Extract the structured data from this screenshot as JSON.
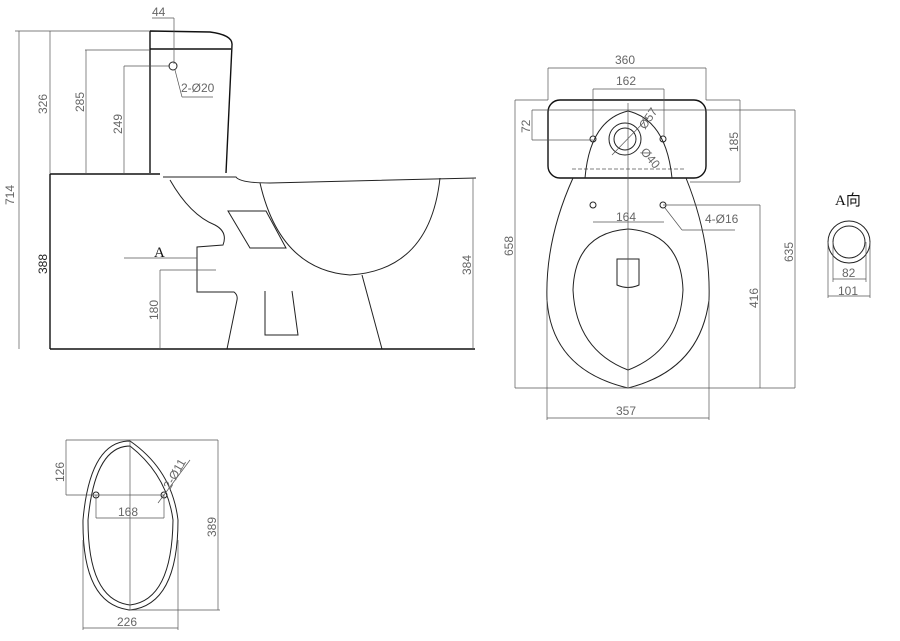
{
  "side_view": {
    "dims": {
      "overall_height": "714",
      "tank_height": "326",
      "tank_inlet_top": "285",
      "inlet_height": "249",
      "inlet_offset": "44",
      "inlet_holes": "2-Ø20",
      "bowl_height_left": "388",
      "bowl_height_right": "384",
      "outlet_height": "180"
    },
    "view_marker": "A"
  },
  "top_view": {
    "dims": {
      "tank_width": "360",
      "valve_spacing": "162",
      "valve_offset": "72",
      "valve_dia_outer": "Ø57",
      "valve_dia_inner": "Ø40",
      "tank_depth": "185",
      "seat_hole_spacing": "164",
      "seat_holes": "4-Ø16",
      "overall_depth": "658",
      "bowl_depth": "635",
      "seat_to_front": "416",
      "bowl_width": "357"
    }
  },
  "view_a": {
    "title": "A向",
    "dims": {
      "inner_dia": "82",
      "outer_dia": "101"
    }
  },
  "base_view": {
    "dims": {
      "hole_offset": "126",
      "holes": "2-Ø11",
      "hole_spacing": "168",
      "length": "389",
      "width": "226"
    }
  }
}
